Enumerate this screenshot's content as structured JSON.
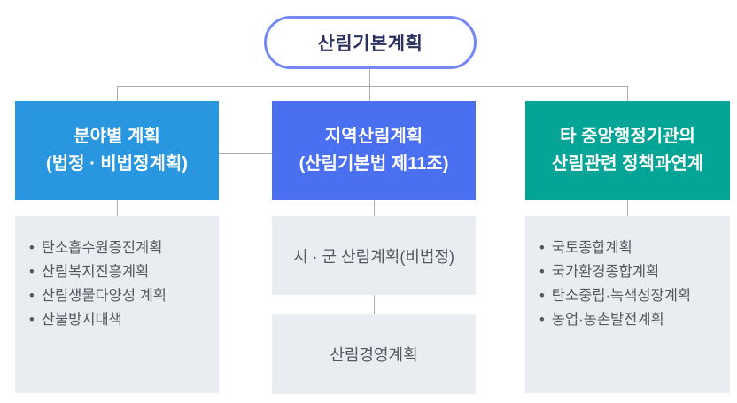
{
  "colors": {
    "root_border": "#7488f6",
    "root_text": "#2a3160",
    "col1_header_bg": "#2996e0",
    "col2_header_bg": "#4a6ff0",
    "col3_header_bg": "#04a596",
    "gray_box_bg": "#e9edf1",
    "body_text": "#54595e",
    "connector": "#ababab"
  },
  "root": {
    "label": "산림기본계획"
  },
  "columns": [
    {
      "header_line1": "분야별 계획",
      "header_line2": "(법정 · 비법정계획)",
      "items": [
        "탄소흡수원증진계획",
        "산림복지진흥계획",
        "산림생물다양성 계획",
        "산불방지대책"
      ]
    },
    {
      "header_line1": "지역산림계획",
      "header_line2": "(산림기본법 제11조)",
      "sub_box1": "시 · 군 산림계획(비법정)",
      "sub_box2": "산림경영계획"
    },
    {
      "header_line1": "타 중앙행정기관의",
      "header_line2": "산림관련 정책과연계",
      "items": [
        "국토종합계획",
        "국가환경종합계획",
        "탄소중립·녹색성장계획",
        "농업·농촌발전계획"
      ]
    }
  ]
}
